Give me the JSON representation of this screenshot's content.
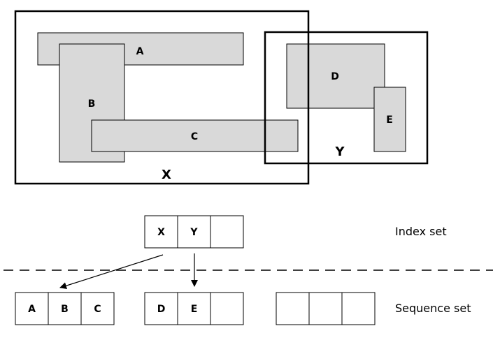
{
  "regions": {
    "x_label": "X",
    "y_label": "Y"
  },
  "rectangles": {
    "a": "A",
    "b": "B",
    "c": "C",
    "d": "D",
    "e": "E"
  },
  "index_set": {
    "label": "Index set",
    "cells": [
      "X",
      "Y",
      ""
    ]
  },
  "sequence_set": {
    "label": "Sequence set",
    "nodes": [
      [
        "A",
        "B",
        "C"
      ],
      [
        "D",
        "E",
        ""
      ],
      [
        "",
        "",
        ""
      ]
    ]
  },
  "colors": {
    "rect_fill": "#d9d9d9",
    "stroke": "#000000",
    "background": "#ffffff"
  }
}
